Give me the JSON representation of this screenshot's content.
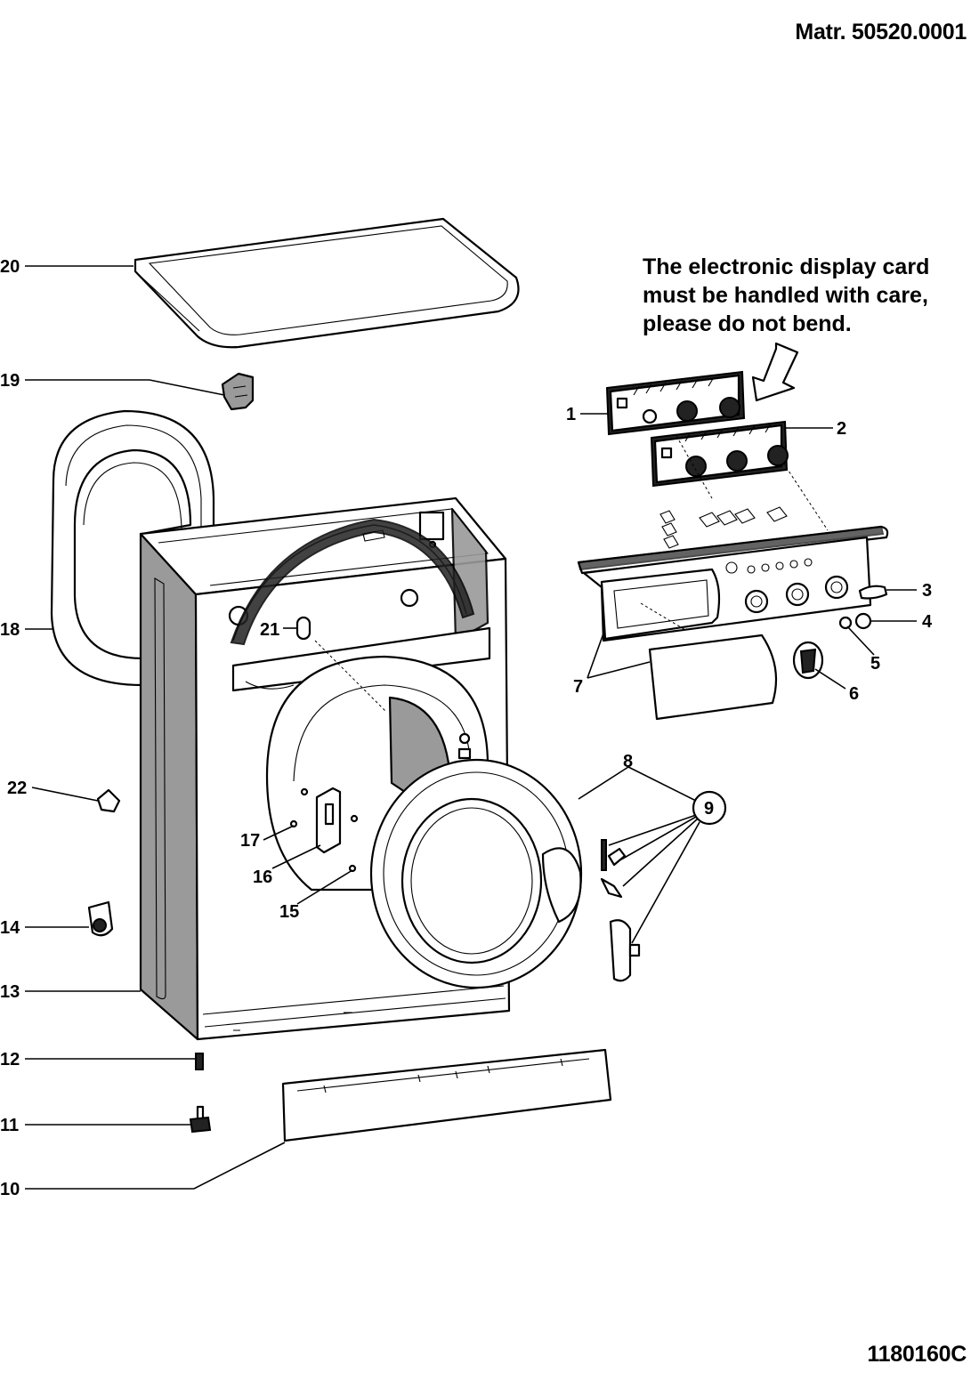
{
  "header": {
    "material_ref": "Matr. 50520.0001",
    "drawing_code": "1180160C"
  },
  "note": {
    "lines": [
      "The electronic display card",
      "must be handled with care,",
      "please do not bend."
    ]
  },
  "callouts": {
    "c1": "1",
    "c2": "2",
    "c3": "3",
    "c4": "4",
    "c5": "5",
    "c6": "6",
    "c7": "7",
    "c8": "8",
    "c9": "9",
    "c10": "10",
    "c11": "11",
    "c12": "12",
    "c13": "13",
    "c14": "14",
    "c15": "15",
    "c16": "16",
    "c17": "17",
    "c18": "18",
    "c19": "19",
    "c20": "20",
    "c21": "21",
    "c22": "22"
  },
  "colors": {
    "line": "#000000",
    "shade": "#9a9a9a",
    "background": "#ffffff"
  }
}
